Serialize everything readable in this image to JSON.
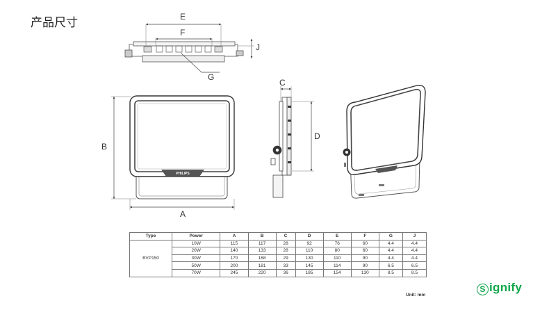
{
  "title": "产品尺寸",
  "dimension_labels": {
    "a": "A",
    "b": "B",
    "c": "C",
    "d": "D",
    "e": "E",
    "f": "F",
    "g": "G",
    "j": "J"
  },
  "brand_text": "PHILIPS",
  "table": {
    "headers": [
      "Type",
      "Power",
      "A",
      "B",
      "C",
      "D",
      "E",
      "F",
      "G",
      "J"
    ],
    "type": "BVP150",
    "rows": [
      [
        "10W",
        "115",
        "117",
        "28",
        "92",
        "76",
        "60",
        "4.4",
        "4.4"
      ],
      [
        "20W",
        "140",
        "133",
        "28",
        "110",
        "80",
        "60",
        "4.4",
        "4.4"
      ],
      [
        "30W",
        "170",
        "168",
        "29",
        "130",
        "110",
        "90",
        "4.4",
        "4.4"
      ],
      [
        "50W",
        "200",
        "181",
        "33",
        "145",
        "114",
        "90",
        "6.5",
        "6.5"
      ],
      [
        "70W",
        "245",
        "220",
        "36",
        "185",
        "154",
        "130",
        "8.5",
        "8.5"
      ]
    ]
  },
  "unit": "Unit: mm",
  "logo": {
    "initial": "S",
    "rest": "ignify",
    "color": "#10a64a"
  }
}
